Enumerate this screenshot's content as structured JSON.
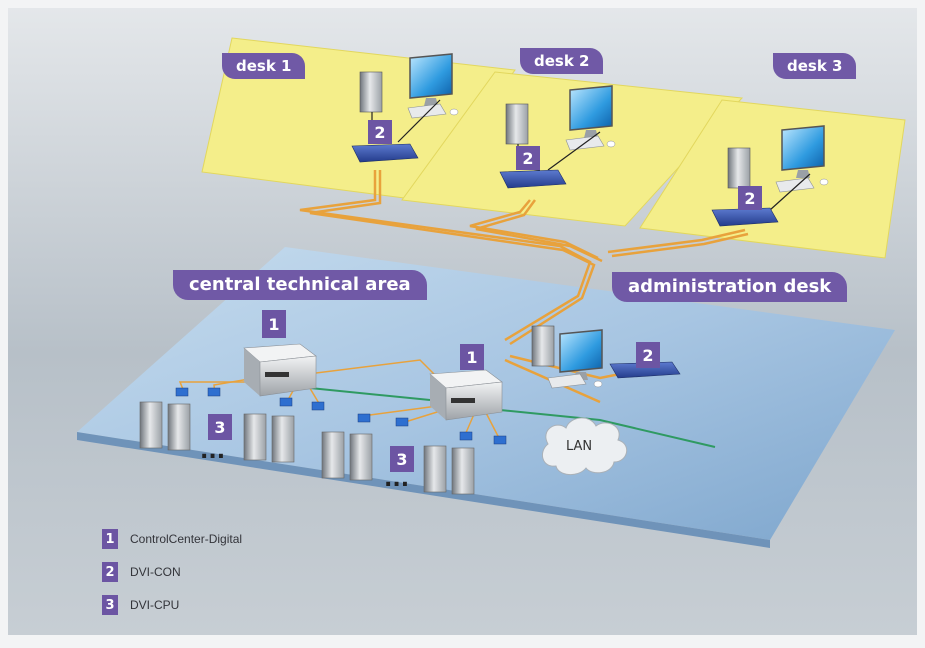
{
  "labels": {
    "desk1": "desk 1",
    "desk2": "desk 2",
    "desk3": "desk 3",
    "central": "central technical area",
    "admin": "administration desk",
    "lan": "LAN",
    "dots": "..."
  },
  "markers": {
    "controlcenter": "1",
    "dvi_con": "2",
    "dvi_cpu": "3"
  },
  "legend": [
    {
      "num": "1",
      "text": "ControlCenter-Digital"
    },
    {
      "num": "2",
      "text": "DVI-CON"
    },
    {
      "num": "3",
      "text": "DVI-CPU"
    }
  ],
  "colors": {
    "tag": "#7059a6",
    "desk": "#f4ee8a",
    "floor": "#a9c9e6",
    "cable": "#e8a23c",
    "lan_line": "#2f9a62"
  },
  "icons": [
    "workstation-icon",
    "monitor-icon",
    "keyboard-icon",
    "mouse-icon",
    "kvm-switch-icon",
    "server-tower-icon",
    "cloud-icon",
    "dvi-cpu-module-icon"
  ]
}
